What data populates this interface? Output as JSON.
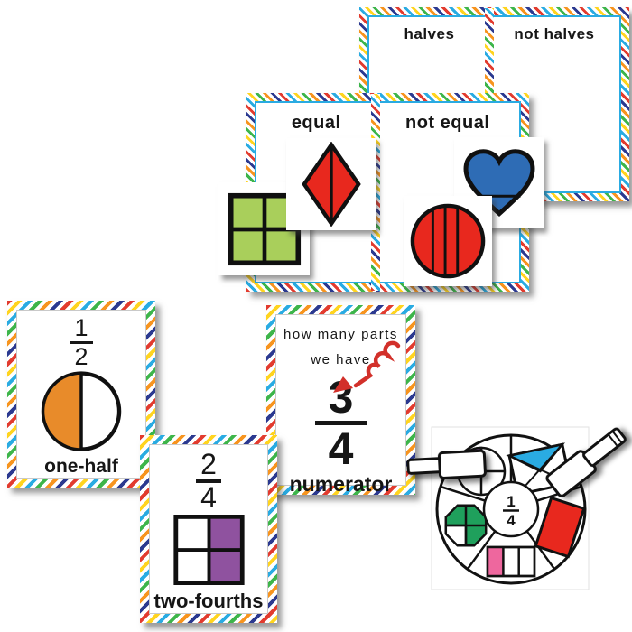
{
  "halves_mat": {
    "left_header": "halves",
    "right_header": "not halves"
  },
  "equal_mat": {
    "left_header": "equal",
    "right_header": "not equal"
  },
  "sorting_shapes": {
    "square": {
      "color": "#a9cf5b",
      "parts": "4 equal parts"
    },
    "diamond": {
      "color": "#e8281e",
      "parts": "2 equal parts"
    },
    "circle": {
      "color": "#e8281e",
      "parts": "4 unequal parts"
    },
    "heart": {
      "color": "#2e6cb5",
      "parts": "2 unequal parts"
    }
  },
  "cards": {
    "one_half": {
      "numerator": "1",
      "denominator": "2",
      "label": "one-half",
      "shaded_color": "#e88b2a"
    },
    "two_fourths": {
      "numerator": "2",
      "denominator": "4",
      "label": "two-fourths",
      "shaded_color": "#8f529f"
    },
    "numerator": {
      "hint_line1": "how many parts",
      "hint_line2": "we have",
      "numerator": "3",
      "denominator": "4",
      "label": "numerator",
      "arrow_color": "#d2302a"
    }
  },
  "spinner": {
    "center_fraction": {
      "numerator": "1",
      "denominator": "4"
    },
    "shape_colors": {
      "circle_quarter": "#8e52a1",
      "envelope_triangle": "#2aabe2",
      "rectangle": "#e8281e",
      "thirds_bar": "#ee679e",
      "octagon": "#1fa05c"
    }
  },
  "border_colors": [
    "#e23b2e",
    "#f7941e",
    "#ffd41f",
    "#3db54a",
    "#29abe2",
    "#2b3990"
  ]
}
